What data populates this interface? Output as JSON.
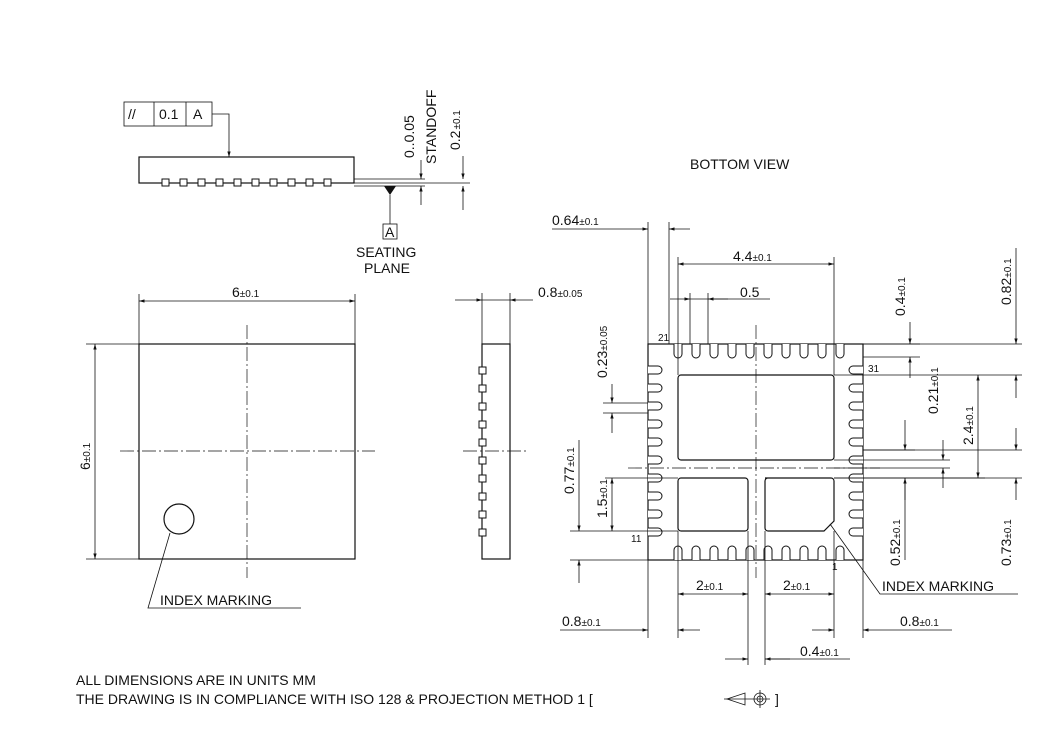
{
  "top_view": {
    "parallelism_symbol": "//",
    "parallelism_value": "0.1",
    "datum_ref": "A",
    "standoff_value": "0..0.05",
    "standoff_label": "STANDOFF",
    "height_main": "0.2",
    "height_tol": "±0.1",
    "datum_letter": "A",
    "seating_line1": "SEATING",
    "seating_line2": "PLANE"
  },
  "front_view": {
    "width_main": "6",
    "width_tol": "±0.1",
    "height_main": "6",
    "height_tol": "±0.1",
    "index_label": "INDEX MARKING"
  },
  "side_view": {
    "thickness_main": "0.8",
    "thickness_tol": "±0.05"
  },
  "bottom_view": {
    "title": "BOTTOM VIEW",
    "dim_064_main": "0.64",
    "dim_064_tol": "±0.1",
    "dim_44_main": "4.4",
    "dim_44_tol": "±0.1",
    "dim_pitch": "0.5",
    "dim_04_top_main": "0.4",
    "dim_04_top_tol": "±0.1",
    "dim_082_main": "0.82",
    "dim_082_tol": "±0.1",
    "dim_023_main": "0.23",
    "dim_023_tol": "±0.05",
    "dim_021_main": "0.21",
    "dim_021_tol": "±0.1",
    "dim_24_main": "2.4",
    "dim_24_tol": "±0.1",
    "dim_077_main": "0.77",
    "dim_077_tol": "±0.1",
    "dim_15_main": "1.5",
    "dim_15_tol": "±0.1",
    "dim_052_main": "0.52",
    "dim_052_tol": "±0.1",
    "dim_073_main": "0.73",
    "dim_073_tol": "±0.1",
    "dim_2a_main": "2",
    "dim_2a_tol": "±0.1",
    "dim_2b_main": "2",
    "dim_2b_tol": "±0.1",
    "dim_08a_main": "0.8",
    "dim_08a_tol": "±0.1",
    "dim_08b_main": "0.8",
    "dim_08b_tol": "±0.1",
    "dim_04_bot_main": "0.4",
    "dim_04_bot_tol": "±0.1",
    "pin_21": "21",
    "pin_31": "31",
    "pin_11": "11",
    "pin_1": "1",
    "index_label": "INDEX MARKING"
  },
  "notes": {
    "line1": "ALL DIMENSIONS ARE IN UNITS MM",
    "line2_prefix": "THE DRAWING IS IN COMPLIANCE WITH ISO 128 & PROJECTION METHOD 1 [",
    "line2_suffix": "]"
  }
}
